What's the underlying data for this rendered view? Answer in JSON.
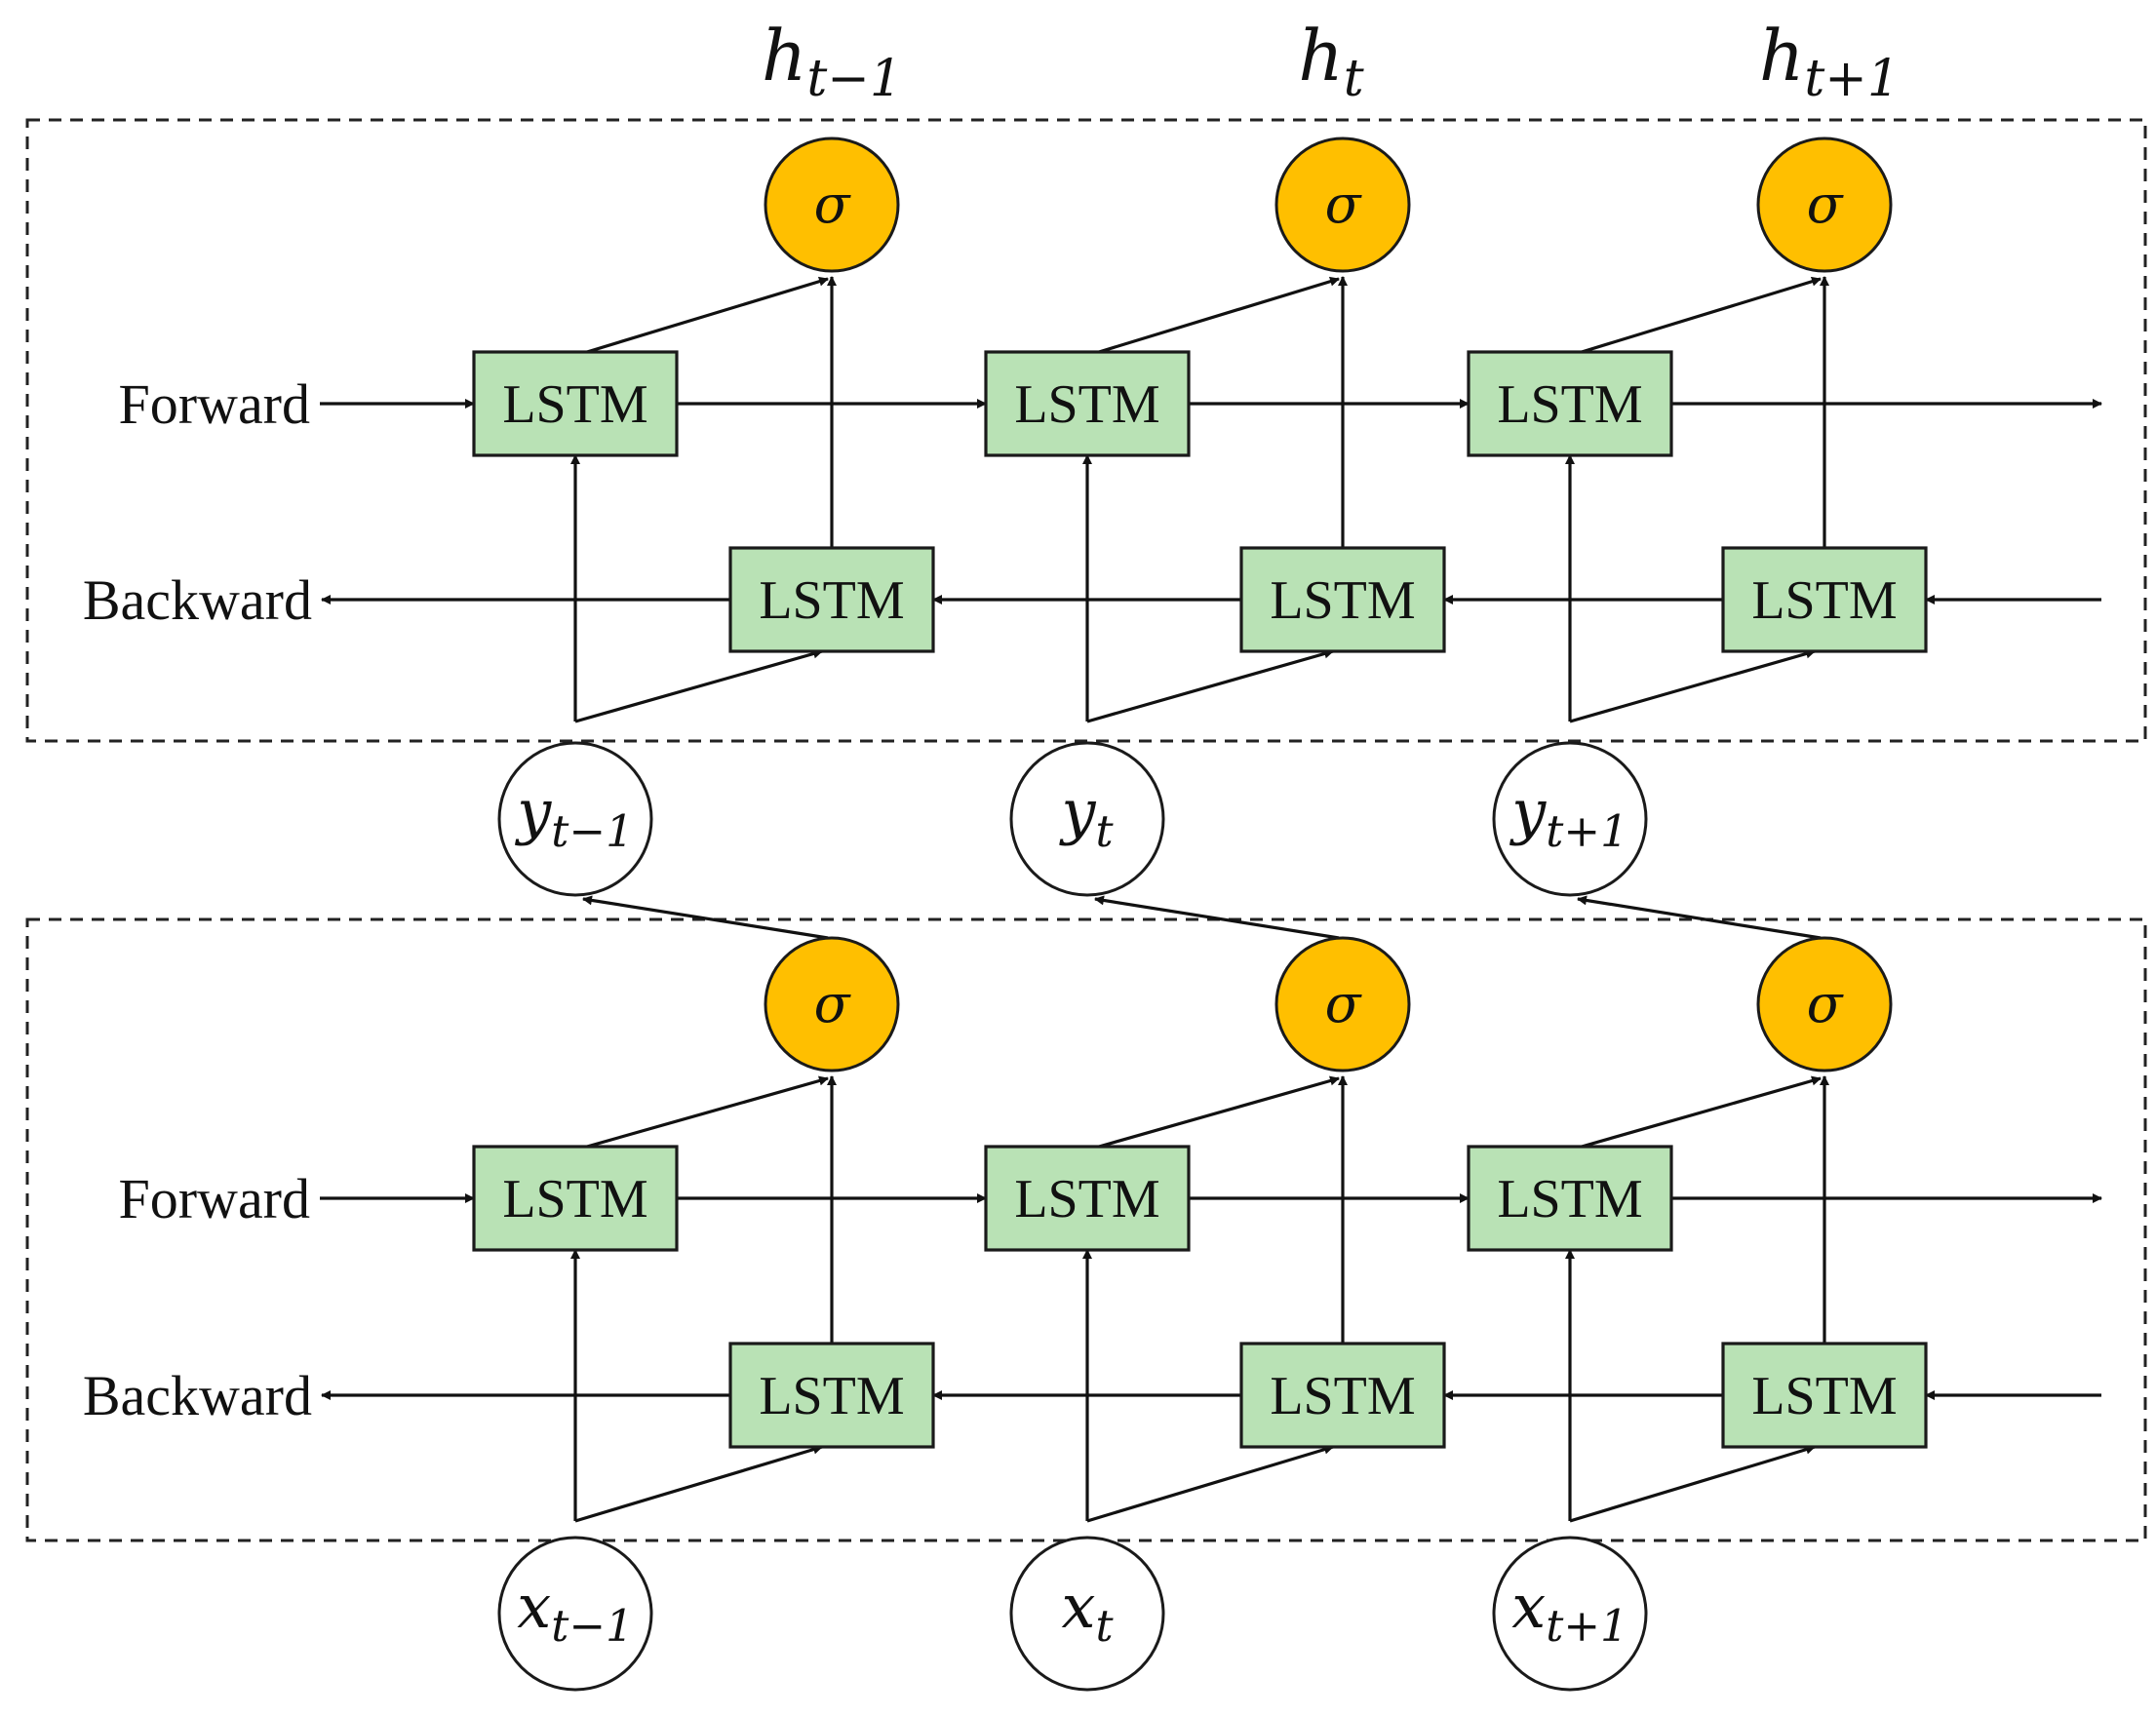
{
  "diagram": {
    "layers": [
      {
        "forward_label": "Forward",
        "backward_label": "Backward",
        "cell_label": "LSTM",
        "activation_label": "σ"
      },
      {
        "forward_label": "Forward",
        "backward_label": "Backward",
        "cell_label": "LSTM",
        "activation_label": "σ"
      }
    ],
    "outputs": [
      {
        "base": "h",
        "sub": "t−1"
      },
      {
        "base": "h",
        "sub": "t"
      },
      {
        "base": "h",
        "sub": "t+1"
      }
    ],
    "intermediates": [
      {
        "base": "y",
        "sub": "t−1"
      },
      {
        "base": "y",
        "sub": "t"
      },
      {
        "base": "y",
        "sub": "t+1"
      }
    ],
    "inputs": [
      {
        "base": "x",
        "sub": "t−1"
      },
      {
        "base": "x",
        "sub": "t"
      },
      {
        "base": "x",
        "sub": "t+1"
      }
    ],
    "colors": {
      "lstm_fill": "#b9e2b5",
      "sigma_fill": "#ffbf00",
      "stroke": "#111111"
    }
  }
}
